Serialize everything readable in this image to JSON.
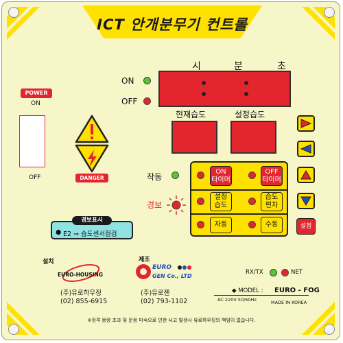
{
  "title": "ICT 안개분무기 컨트롤",
  "power": {
    "badge": "POWER",
    "on_label": "ON",
    "off_label": "OFF"
  },
  "danger_label": "DANGER",
  "status": {
    "on_label": "ON",
    "off_label": "OFF"
  },
  "time_units": [
    "시",
    "분",
    "초"
  ],
  "humidity": {
    "current_label": "현재습도",
    "set_label": "설정습도"
  },
  "operation_label": "작동",
  "alarm_label": "경보",
  "buttons": {
    "on_timer": [
      "ON",
      "타이머"
    ],
    "off_timer": [
      "OFF",
      "타이머"
    ],
    "set_humidity": [
      "설정",
      "습도"
    ],
    "humidity_dev": [
      "습도",
      "편차"
    ],
    "auto": "자동",
    "manual": "수동",
    "setting": "설정"
  },
  "alarm_display": {
    "title": "경보표시",
    "message": "E2 ⇒ 습도센서점검"
  },
  "installer": {
    "label": "설치",
    "logo": "EURO-HOUSING",
    "company": "(주)유로하우징",
    "phone": "(02) 855-6915"
  },
  "maker": {
    "label": "제조",
    "logo_top": "EURO",
    "logo_bottom": "GEN Co., LTD",
    "company": "(주)유로젠",
    "phone": "(02) 793-1102"
  },
  "comm": {
    "rxtx_label": "RX/TX",
    "net_label": "NET"
  },
  "model": {
    "label": "◆ MODEL :",
    "name": "EURO - FOG",
    "spec": "AC 220V 50/60Hz",
    "origin": "MADE IN KOREA"
  },
  "footer_note": "※정격 용량 초과 및 운용 미숙으로 인한 사고 발생시 유로하우징의 책임이 없습니다.",
  "colors": {
    "panel": "#f7f6c8",
    "accent_yellow": "#ffe100",
    "red": "#e3262e",
    "green": "#57c62f",
    "blue": "#1f4fb8",
    "teal": "#8fe3e3"
  }
}
